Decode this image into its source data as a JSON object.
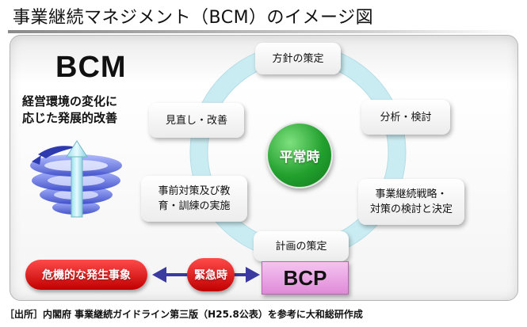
{
  "title": "事業継続マネジメント（BCM）のイメージ図",
  "bcm": {
    "label": "BCM",
    "desc_lines": [
      "経営環境の変化に",
      "応じた発展的改善"
    ]
  },
  "center_label": "平常時",
  "steps": {
    "policy": [
      "方針の策定"
    ],
    "analysis": [
      "分析・検討"
    ],
    "strategy": [
      "事業継続戦略・",
      "対策の検討と決定"
    ],
    "plan": [
      "計画の策定"
    ],
    "training": [
      "事前対策及び教",
      "育・訓練の実施"
    ],
    "review": [
      "見直し・改善"
    ]
  },
  "bcp_label": "BCP",
  "crisis_label": "危機的な発生事象",
  "emergency_label": "緊急時",
  "source_note": "［出所］内閣府 事業継続ガイドライン第三版（H25.8公表）を参考に大和総研作成",
  "colors": {
    "ring": "#c9ecf2",
    "center_green": "#22a02e",
    "crisis_red": "#d00000",
    "bcp_pink": "#e89ae0",
    "arrow_blue": "#3a3aa0",
    "spiral_blue": "#6a78e0"
  }
}
